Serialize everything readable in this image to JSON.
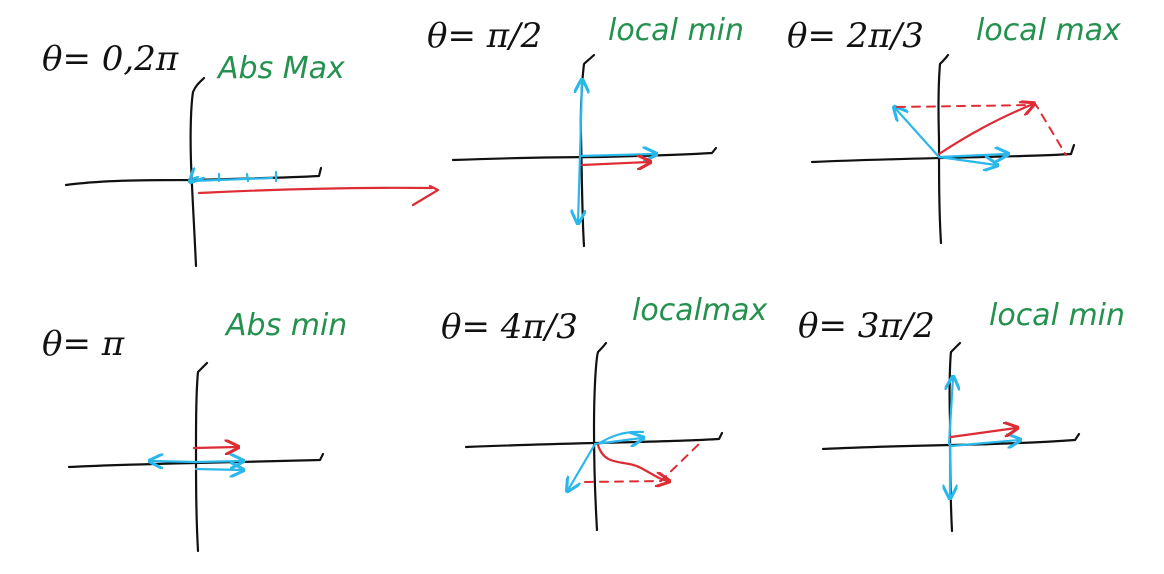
{
  "colors": {
    "annotation": "#24914f",
    "axes": "#111111",
    "blue_vectors": "#2ab7ea",
    "red_vectors": "#de2c35"
  },
  "panels": [
    {
      "theta_label": "θ= 0,2π",
      "annotation": "Abs Max"
    },
    {
      "theta_label": "θ= π/2",
      "annotation": "local min"
    },
    {
      "theta_label": "θ= 2π/3",
      "annotation": "local max"
    },
    {
      "theta_label": "θ= π",
      "annotation": "Abs min"
    },
    {
      "theta_label": "θ= 4π/3",
      "annotation": "localmax"
    },
    {
      "theta_label": "θ= 3π/2",
      "annotation": "local min"
    }
  ]
}
